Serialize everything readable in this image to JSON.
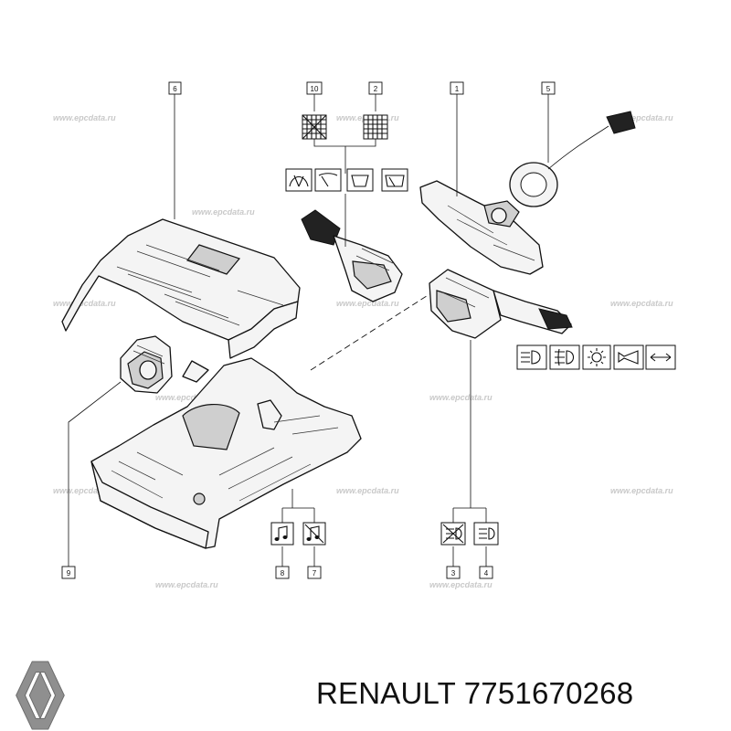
{
  "watermark": "www.epcdata.ru",
  "callouts": {
    "c1": "1",
    "c2": "2",
    "c3": "3",
    "c4": "4",
    "c5": "5",
    "c6": "6",
    "c7": "7",
    "c8": "8",
    "c9": "9",
    "c10": "10"
  },
  "icons": {
    "wiper_group": [
      "wiper-icon",
      "windshield-wiper-icon",
      "rear-window-icon",
      "rear-wiper-icon"
    ],
    "light_group": [
      "low-beam-icon",
      "fog-light-icon",
      "sidelight-icon",
      "horn-icon",
      "direction-arrow-icon"
    ],
    "audio_group": [
      "audio-icon",
      "audio-disabled-icon"
    ],
    "fog_group": [
      "fog-light-disabled-icon",
      "fog-light-icon"
    ],
    "grid_group": [
      "crossed-grid-icon",
      "grid-icon"
    ]
  },
  "brand": {
    "logo": "renault-diamond-logo",
    "name": "RENAULT",
    "part_number": "7751670268",
    "caption": "RENAULT 7751670268"
  }
}
